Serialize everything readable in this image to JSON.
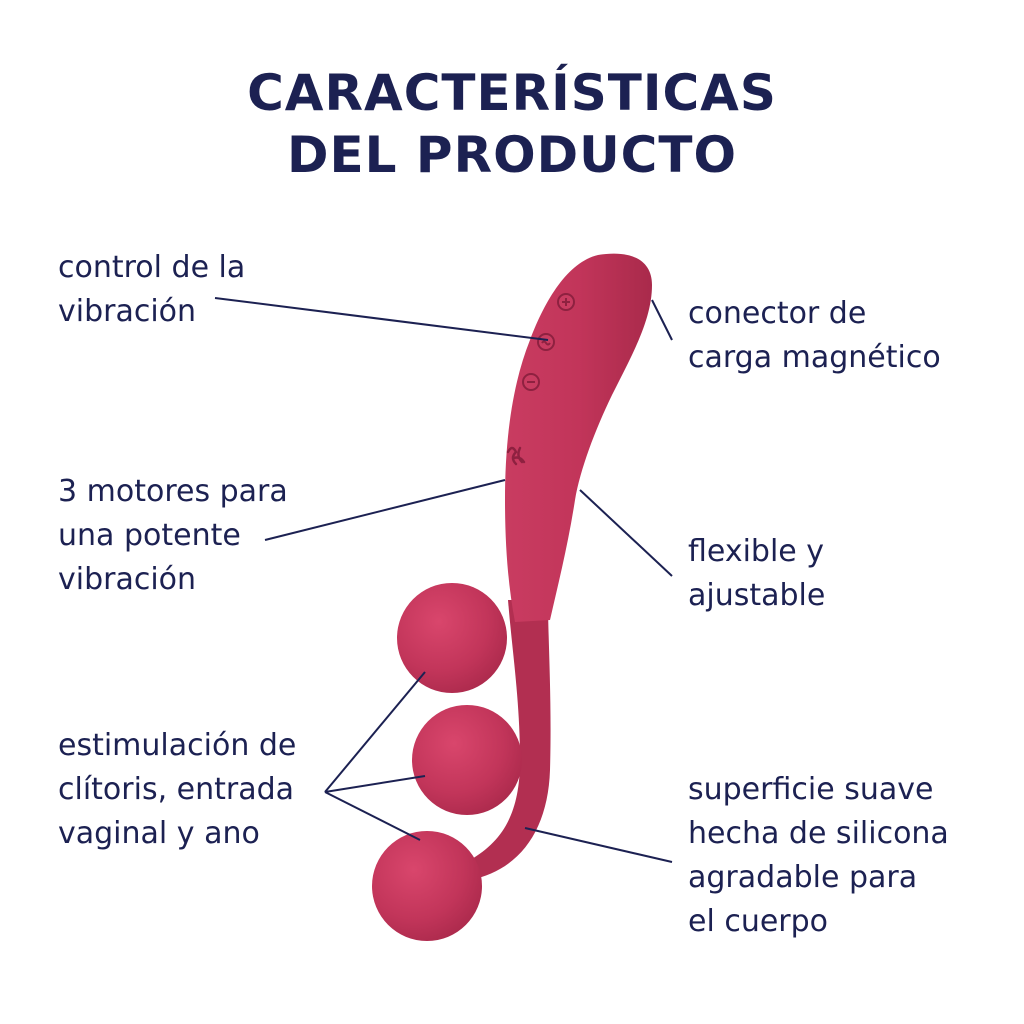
{
  "title": {
    "line1": "CARACTERÍSTICAS",
    "line2": "DEL PRODUCTO"
  },
  "colors": {
    "text": "#1c2152",
    "product": "#c2355a",
    "product_shade": "#a8284a",
    "background": "#ffffff"
  },
  "features": {
    "control": {
      "lines": [
        "control de la",
        "vibración"
      ]
    },
    "motors": {
      "lines": [
        "3 motores para",
        "una potente",
        "vibración"
      ]
    },
    "stimulation": {
      "lines": [
        "estimulación de",
        "clítoris, entrada",
        "vaginal y ano"
      ]
    },
    "charger": {
      "lines": [
        "conector de",
        "carga magnético"
      ]
    },
    "flexible": {
      "lines": [
        "flexible y",
        "ajustable"
      ]
    },
    "surface": {
      "lines": [
        "superficie suave",
        "hecha de silicona",
        "agradable para",
        "el cuerpo"
      ]
    }
  },
  "product": {
    "buttons": [
      "+",
      "∼",
      "−"
    ],
    "logo_icon": "satisfyer-logo-icon"
  }
}
